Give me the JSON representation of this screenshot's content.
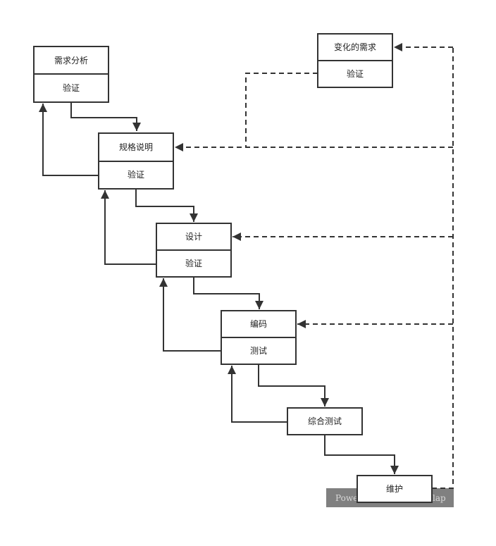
{
  "boxes": {
    "requirements": {
      "top": "需求分析",
      "bottom": "验证"
    },
    "spec": {
      "top": "规格说明",
      "bottom": "验证"
    },
    "design": {
      "top": "设计",
      "bottom": "验证"
    },
    "coding": {
      "top": "编码",
      "bottom": "测试"
    },
    "integration": {
      "label": "综合测试"
    },
    "maintenance": {
      "label": "维护"
    },
    "changing_requirements": {
      "top": "变化的需求",
      "bottom": "验证"
    }
  },
  "watermark": {
    "left": "Powe",
    "right": "lap"
  }
}
